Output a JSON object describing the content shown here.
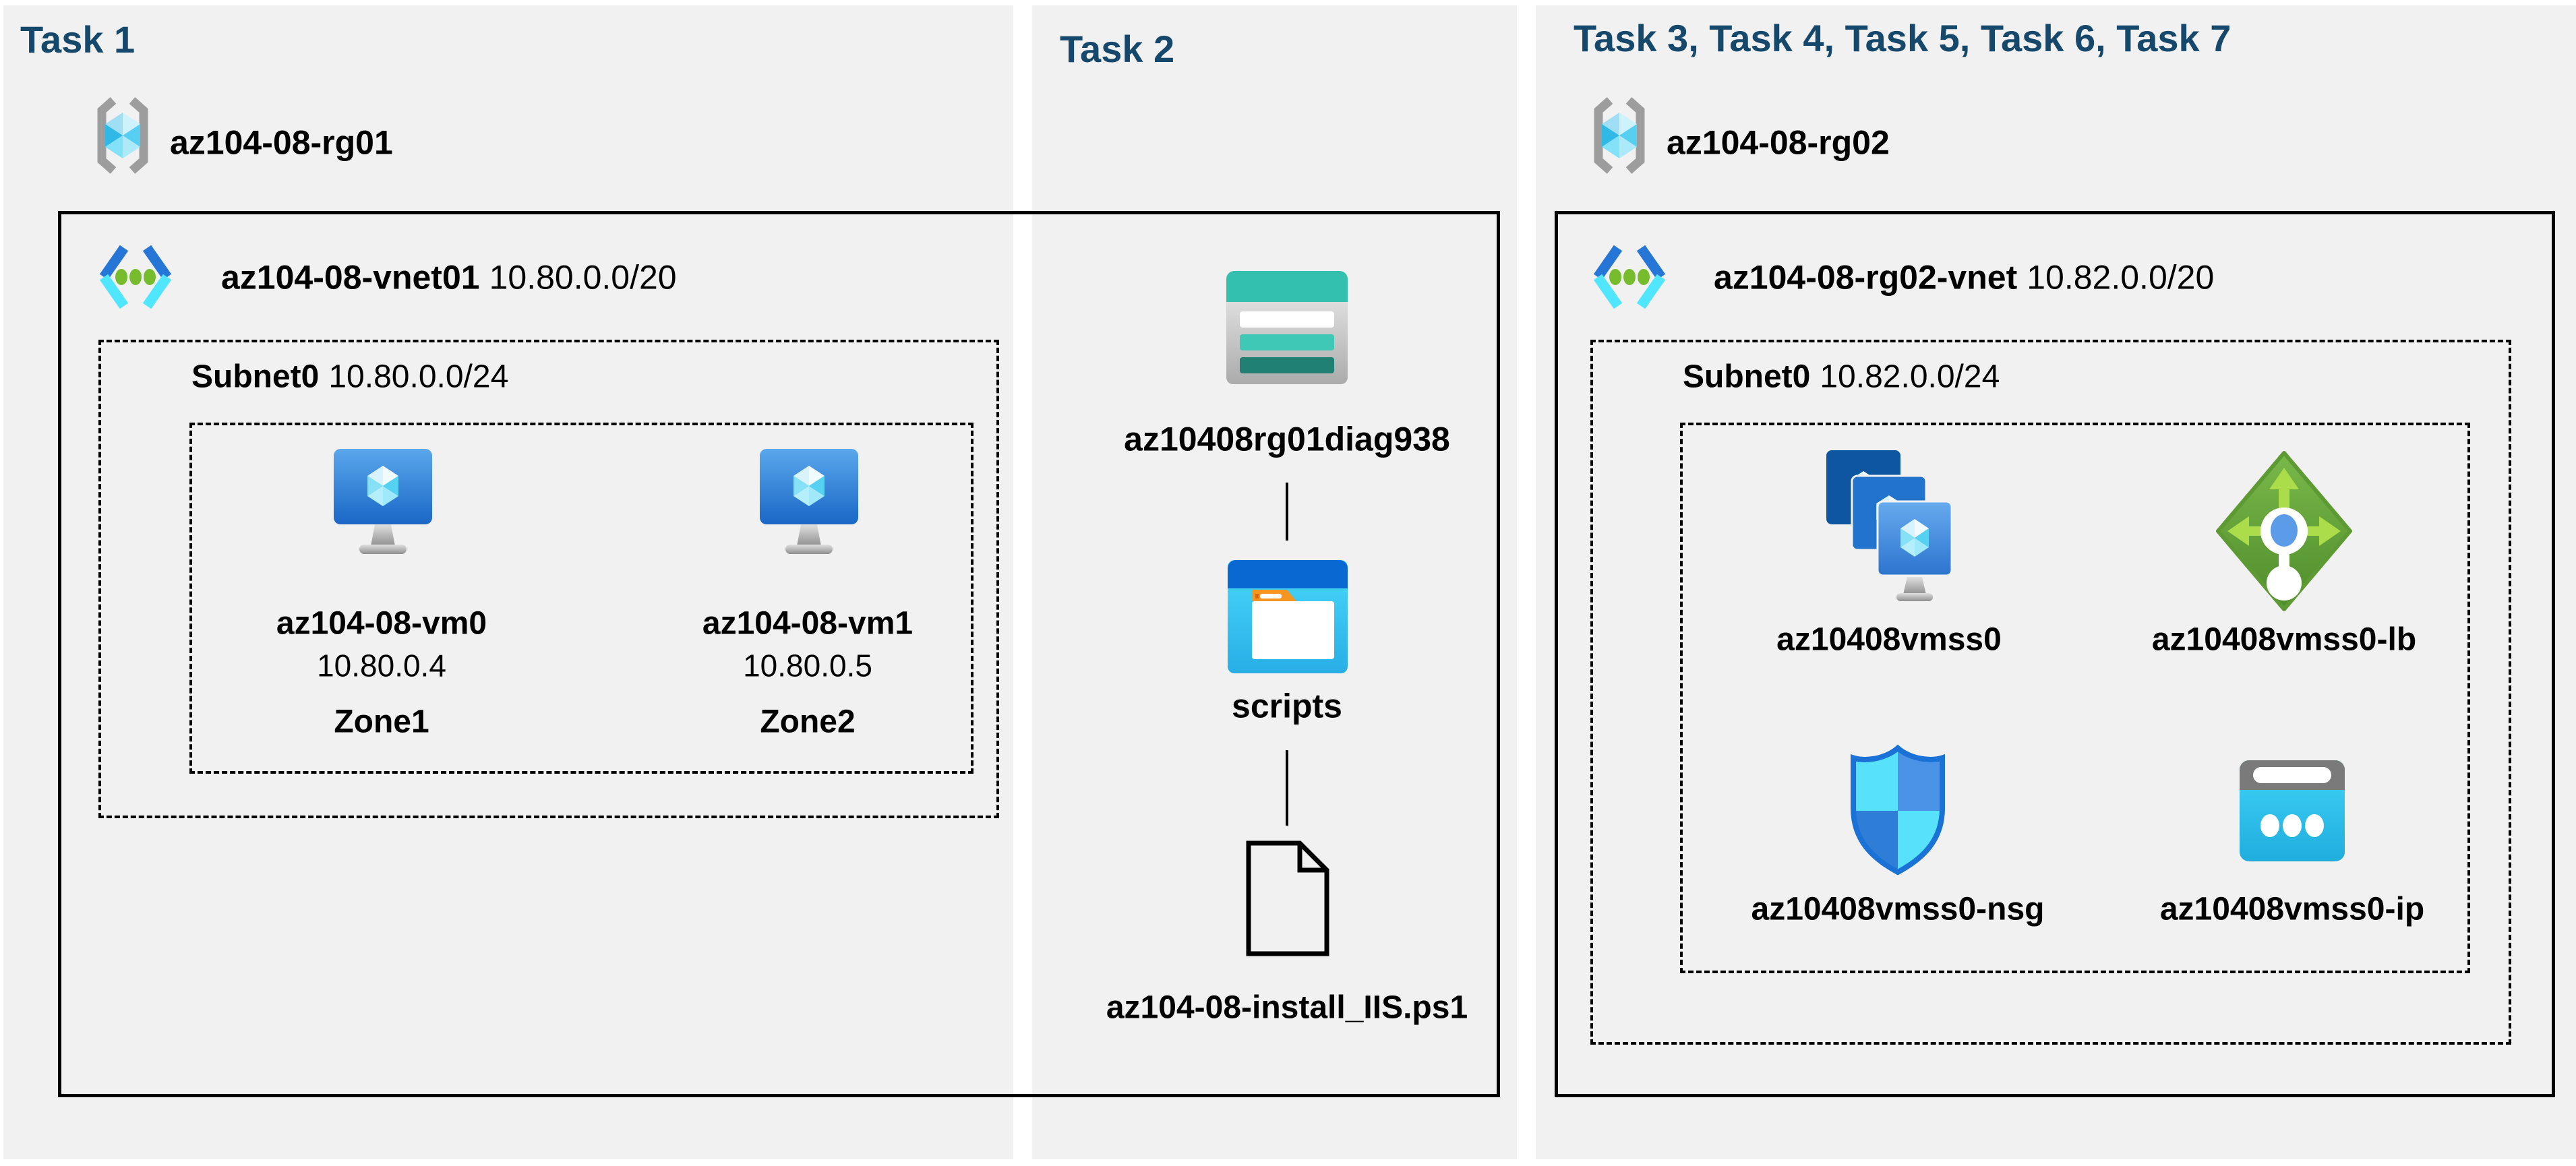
{
  "colors": {
    "title_navy": "#16486c",
    "panel_background": "#f1f1f1",
    "diagram_line": "#000000",
    "vnet_blue": "#2676d8",
    "vnet_cyan": "#50e6ff",
    "vnet_green": "#76bc2d",
    "vm_blue": "#1a67c6",
    "storage_teal": "#33c0ae",
    "folder_blue": "#0a68d2",
    "folder_cyan": "#35c9f0",
    "folder_orange": "#f6951f",
    "lb_green": "#6cae3e",
    "nsg_blue_border": "#1a72d6",
    "nsg_cyan": "#58e1fa",
    "ip_cyan": "#2ec6ee",
    "ip_gray": "#7a7a7a",
    "bracket_gray": "#9d9d9d"
  },
  "icons": {
    "resource_group": "resource-group-icon",
    "virtual_network": "vnet-icon",
    "virtual_machine": "vm-icon",
    "storage_account": "storage-account-icon",
    "blob_container": "blob-container-folder-icon",
    "script_file": "file-document-icon",
    "vm_scale_set": "vmss-icon",
    "load_balancer": "load-balancer-icon",
    "network_security_group": "nsg-shield-icon",
    "public_ip": "public-ip-icon"
  },
  "task1": {
    "title": "Task 1",
    "resource_group": "az104-08-rg01",
    "vnet_name": "az104-08-vnet01",
    "vnet_cidr": "10.80.0.0/20",
    "subnet_name": "Subnet0",
    "subnet_cidr": "10.80.0.0/24",
    "vms": [
      {
        "name": "az104-08-vm0",
        "ip": "10.80.0.4",
        "zone": "Zone1"
      },
      {
        "name": "az104-08-vm1",
        "ip": "10.80.0.5",
        "zone": "Zone2"
      }
    ]
  },
  "task2": {
    "title": "Task 2",
    "storage_account": "az10408rg01diag938",
    "container": "scripts",
    "script_file": "az104-08-install_IIS.ps1"
  },
  "task3": {
    "title": "Task 3, Task 4, Task 5, Task 6, Task 7",
    "resource_group": "az104-08-rg02",
    "vnet_name": "az104-08-rg02-vnet",
    "vnet_cidr": "10.82.0.0/20",
    "subnet_name": "Subnet0",
    "subnet_cidr": "10.82.0.0/24",
    "vmss": "az10408vmss0",
    "load_balancer": "az10408vmss0-lb",
    "nsg": "az10408vmss0-nsg",
    "public_ip": "az10408vmss0-ip"
  }
}
